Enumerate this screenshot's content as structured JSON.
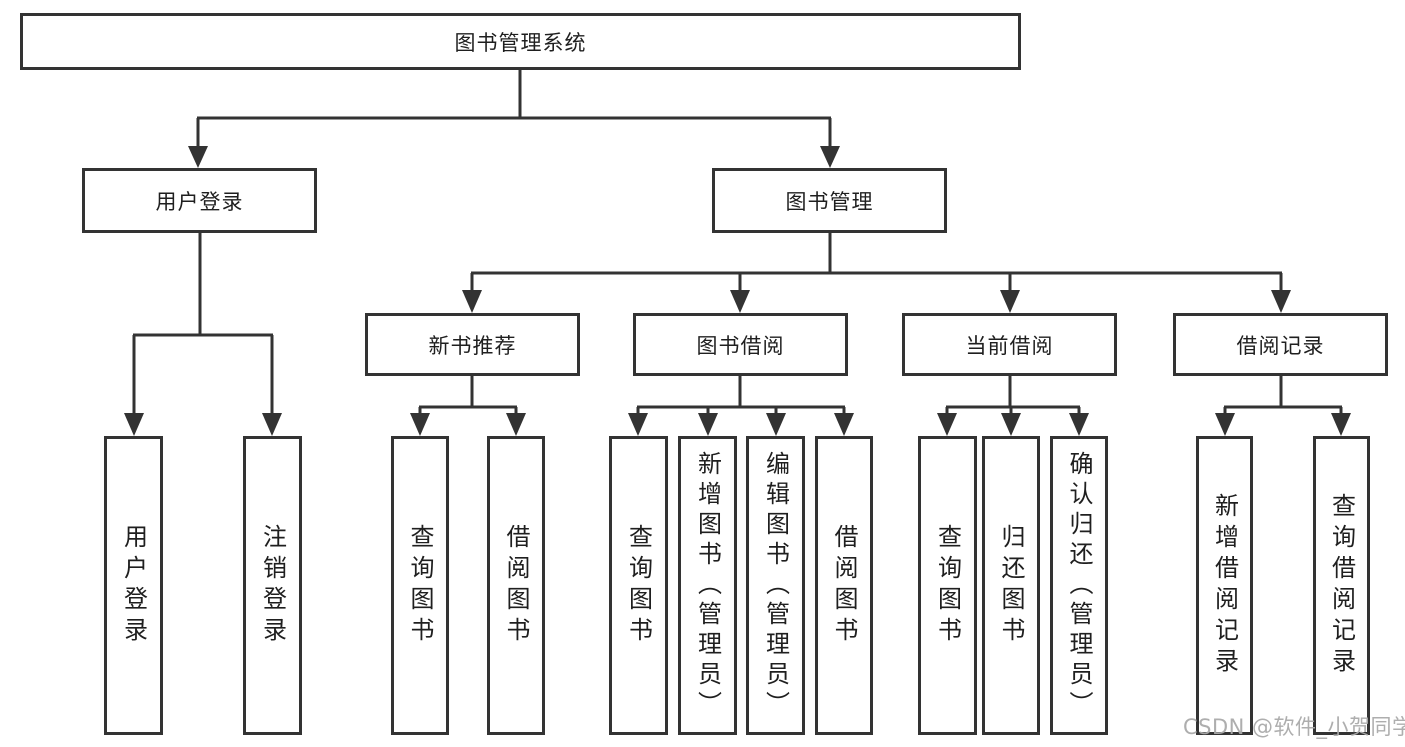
{
  "colors": {
    "line": "#333333",
    "text": "#1f1f1f",
    "background": "#ffffff",
    "watermark": "#aaaaaa"
  },
  "watermark": {
    "text": "CSDN @软件_小贺同学"
  },
  "diagram": {
    "type": "hierarchy-tree",
    "root": {
      "label": "图书管理系统",
      "children": [
        {
          "label": "用户登录",
          "children": [
            {
              "label": "用户登录"
            },
            {
              "label": "注销登录"
            }
          ]
        },
        {
          "label": "图书管理",
          "children": [
            {
              "label": "新书推荐",
              "children": [
                {
                  "label": "查询图书"
                },
                {
                  "label": "借阅图书"
                }
              ]
            },
            {
              "label": "图书借阅",
              "children": [
                {
                  "label": "查询图书"
                },
                {
                  "label": "新增图书（管理员）"
                },
                {
                  "label": "编辑图书（管理员）"
                },
                {
                  "label": "借阅图书"
                }
              ]
            },
            {
              "label": "当前借阅",
              "children": [
                {
                  "label": "查询图书"
                },
                {
                  "label": "归还图书"
                },
                {
                  "label": "确认归还（管理员）"
                }
              ]
            },
            {
              "label": "借阅记录",
              "children": [
                {
                  "label": "新增借阅记录"
                },
                {
                  "label": "查询借阅记录"
                }
              ]
            }
          ]
        }
      ]
    }
  }
}
